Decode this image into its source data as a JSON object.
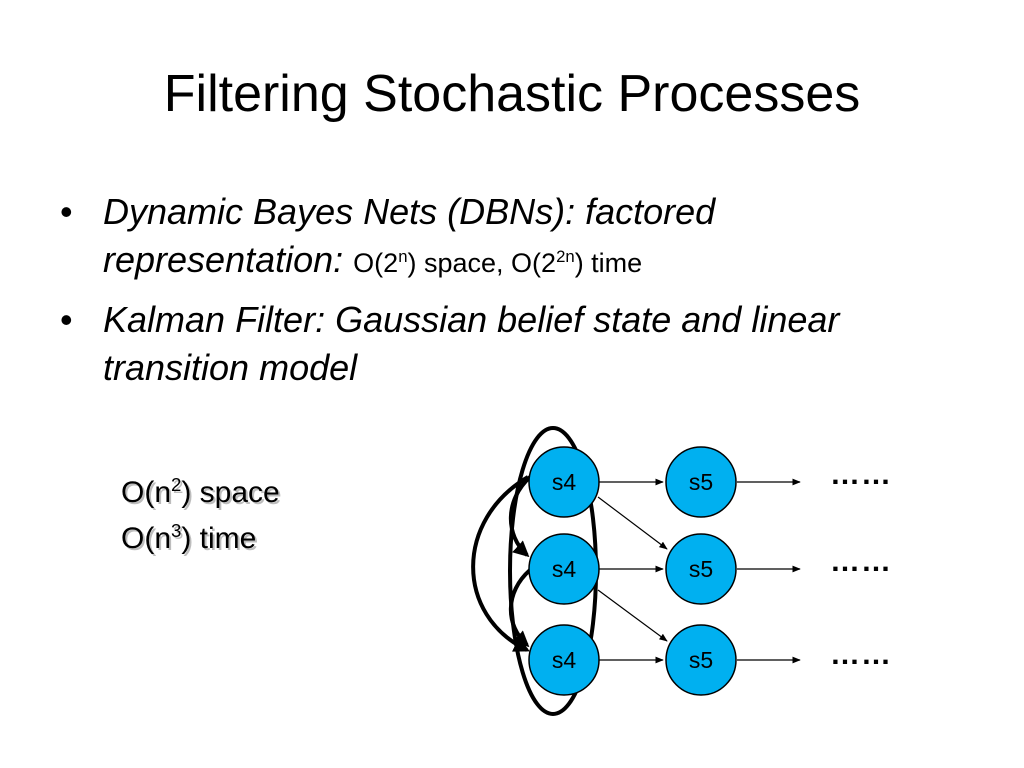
{
  "title": "Filtering Stochastic Processes",
  "bullets": [
    {
      "marker": "•",
      "italic_text": "Dynamic Bayes Nets (DBNs): factored representation:",
      "space": {
        "pre": "O(2",
        "sup": "n",
        "post": ") space, "
      },
      "time": {
        "pre": "O(2",
        "sup": "2n",
        "post": ") time"
      }
    },
    {
      "marker": "•",
      "italic_text": "Kalman Filter: Gaussian belief state and linear transition model"
    }
  ],
  "complexity": {
    "space": {
      "pre": "O(n",
      "sup": "2",
      "post": ") space"
    },
    "time": {
      "pre": "O(n",
      "sup": "3",
      "post": ") time"
    }
  },
  "diagram": {
    "node_color": "#00B0F0",
    "left_nodes": [
      "s4",
      "s4",
      "s4"
    ],
    "right_nodes": [
      "s5",
      "s5",
      "s5"
    ],
    "continuation": [
      "……",
      "……",
      "……"
    ]
  }
}
